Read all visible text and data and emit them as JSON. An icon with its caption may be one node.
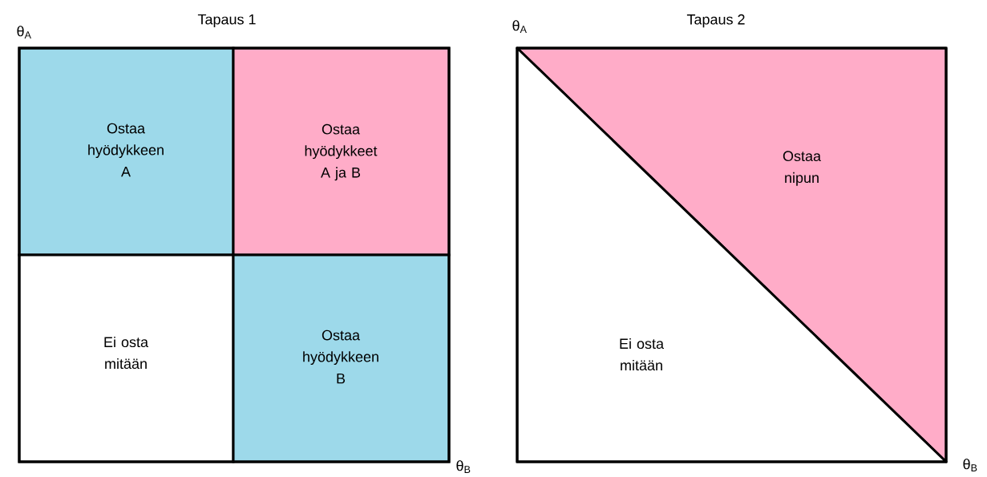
{
  "diagram": {
    "nodes": [
      {
        "text": [
          "Tapaus 1"
        ]
      },
      {
        "text": [
          "Ostaa hyödykkeen A"
        ],
        "in": 0
      },
      {
        "text": [
          "Ostaa hyödykkeet A ja B"
        ],
        "in": 0
      },
      {
        "text": [
          "Ei osta mitään"
        ],
        "in": 0
      },
      {
        "text": [
          "Ostaa hyödykkeen B"
        ],
        "in": 0
      },
      {
        "text": [
          "Tapaus 2"
        ]
      },
      {
        "text": [
          "Ostaa nipun"
        ],
        "in": 5
      },
      {
        "text": [
          "Ei osta mitään"
        ],
        "in": 5
      }
    ],
    "labels": [
      "θ$_{A}$",
      "θ$_{B}$",
      "θ$_{A}$",
      "θ$_{B}$"
    ]
  }
}
